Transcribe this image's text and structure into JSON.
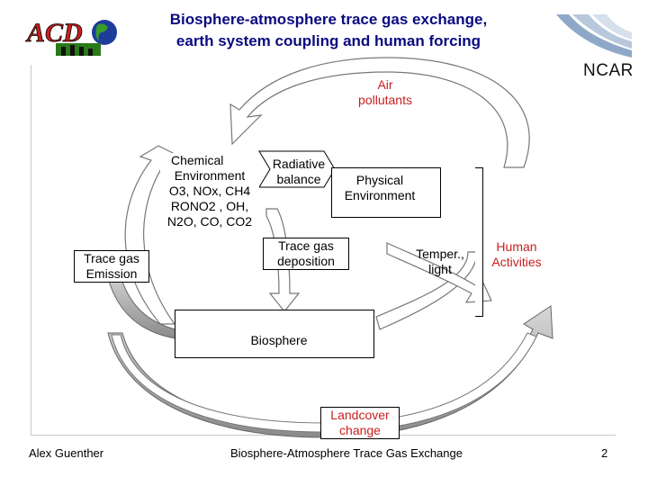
{
  "title": {
    "line1": "Biosphere-atmosphere trace gas exchange,",
    "line2": "earth system coupling and human forcing"
  },
  "logos": {
    "acd_text": "ACD",
    "ncar_text": "NCAR"
  },
  "diagram": {
    "air_pollutants": [
      "Air",
      "pollutants"
    ],
    "chemical_environment": {
      "line1": "Chemical",
      "line2": "Environment",
      "line3": "O3, NOx, CH4",
      "line4": "RONO2 , OH,",
      "line5": "N2O, CO, CO2"
    },
    "radiative_balance": [
      "Radiative",
      "balance"
    ],
    "physical_environment": [
      "Physical",
      "Environment"
    ],
    "trace_gas_emission": [
      "Trace gas",
      "Emission"
    ],
    "trace_gas_deposition": [
      "Trace gas",
      "deposition"
    ],
    "temper_light": [
      "Temper.,",
      "light"
    ],
    "human_activities": [
      "Human",
      "Activities"
    ],
    "biosphere": "Biosphere",
    "landcover_change": [
      "Landcover",
      "change"
    ]
  },
  "footer": {
    "author": "Alex Guenther",
    "subject": "Biosphere-Atmosphere Trace Gas Exchange",
    "page": "2"
  }
}
